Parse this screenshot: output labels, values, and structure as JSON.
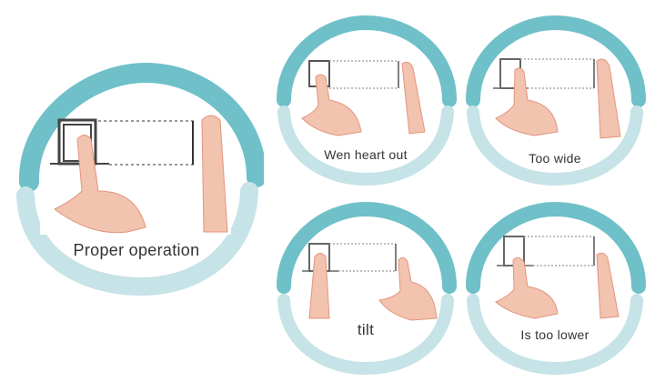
{
  "colors": {
    "ring_top": "#6fc0c8",
    "ring_bottom": "#c6e3e7",
    "skin": "#f2c3ae",
    "skin_shadow": "#e3957f",
    "frame": "#555555",
    "dots": "#aaaaaa",
    "text": "#333333"
  },
  "panels": [
    {
      "id": "proper",
      "label": "Proper operation"
    },
    {
      "id": "heart-out",
      "label": "Wen heart out"
    },
    {
      "id": "too-wide",
      "label": "Too wide"
    },
    {
      "id": "tilt",
      "label": "tilt"
    },
    {
      "id": "too-lower",
      "label": "Is too lower"
    }
  ]
}
